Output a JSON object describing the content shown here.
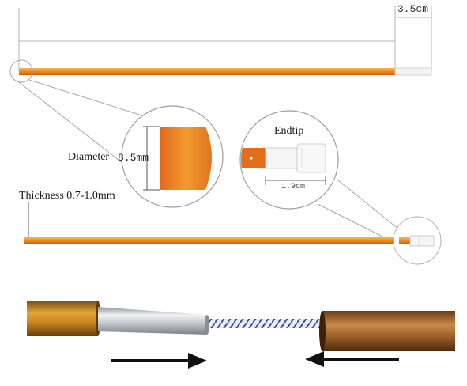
{
  "labels": {
    "pole_length": "3.5cm",
    "diameter_label": "Diameter",
    "diameter_value": "8.5mm",
    "endtip_title": "Endtip",
    "endtip_length": "1.9cm",
    "thickness": "Thickness 0.7-1.0mm"
  },
  "colors": {
    "pole_orange": "#E58A1F",
    "pole_orange_light": "#F5B24A",
    "pole_red": "#D0501C",
    "endtip_white": "#F4F4F4",
    "dimension_line": "#9a9a9a",
    "arrow": "#111111"
  }
}
